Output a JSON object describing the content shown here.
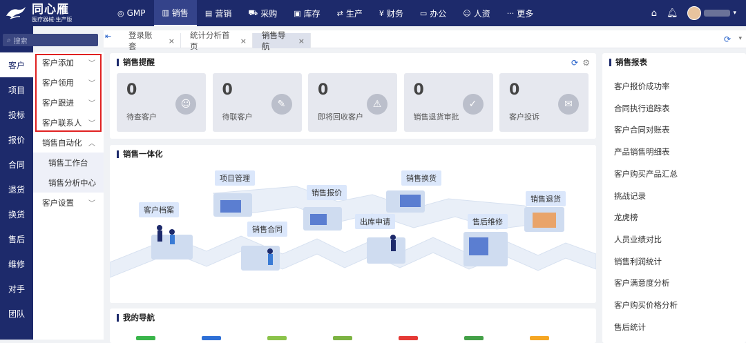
{
  "app": {
    "name": "同心雁",
    "tagline": "医疗器械·生产版"
  },
  "topnav": [
    {
      "label": "GMP",
      "icon": "gmp-icon"
    },
    {
      "label": "销售",
      "icon": "bar-chart-icon",
      "active": true
    },
    {
      "label": "营销",
      "icon": "marketing-icon"
    },
    {
      "label": "采购",
      "icon": "cart-icon"
    },
    {
      "label": "库存",
      "icon": "inventory-icon"
    },
    {
      "label": "生产",
      "icon": "production-icon"
    },
    {
      "label": "财务",
      "icon": "yen-icon"
    },
    {
      "label": "办公",
      "icon": "folder-icon"
    },
    {
      "label": "人资",
      "icon": "user-icon"
    },
    {
      "label": "更多",
      "icon": "more-icon"
    }
  ],
  "search": {
    "placeholder": "搜索"
  },
  "leftnav": [
    "客户",
    "项目",
    "投标",
    "报价",
    "合同",
    "退货",
    "换货",
    "售后",
    "维修",
    "对手",
    "团队"
  ],
  "submenu": {
    "groups": [
      "客户添加",
      "客户领用",
      "客户跟进",
      "客户联系人"
    ],
    "automation": {
      "label": "销售自动化",
      "children": [
        "销售工作台",
        "销售分析中心"
      ]
    },
    "settings": "客户设置"
  },
  "tabs": [
    {
      "label": "登录账套"
    },
    {
      "label": "统计分析首页"
    },
    {
      "label": "销售导航",
      "active": true
    }
  ],
  "reminder": {
    "title": "销售提醒",
    "items": [
      {
        "value": "0",
        "label": "待查客户",
        "icon": "customer-search-icon"
      },
      {
        "value": "0",
        "label": "待联客户",
        "icon": "contact-icon"
      },
      {
        "value": "0",
        "label": "即将回收客户",
        "icon": "recycle-customer-icon"
      },
      {
        "value": "0",
        "label": "销售退货审批",
        "icon": "approval-icon"
      },
      {
        "value": "0",
        "label": "客户投诉",
        "icon": "complaint-icon"
      }
    ]
  },
  "integration": {
    "title": "销售一体化",
    "steps": [
      "客户档案",
      "项目管理",
      "销售合同",
      "销售报价",
      "出库申请",
      "销售换货",
      "售后维修",
      "销售退货"
    ]
  },
  "my_nav": {
    "title": "我的导航",
    "tile_colors": [
      "#39b54a",
      "#2d6fd6",
      "#8bc34a",
      "#7cb342",
      "#e53935",
      "#43a047",
      "#f5a623"
    ]
  },
  "reports": {
    "title": "销售报表",
    "items": [
      "客户报价成功率",
      "合同执行追踪表",
      "客户合同对账表",
      "产品销售明细表",
      "客户购买产品汇总",
      "挑战记录",
      "龙虎榜",
      "人员业绩对比",
      "销售利润统计",
      "客户满意度分析",
      "客户购买价格分析",
      "售后统计"
    ]
  }
}
